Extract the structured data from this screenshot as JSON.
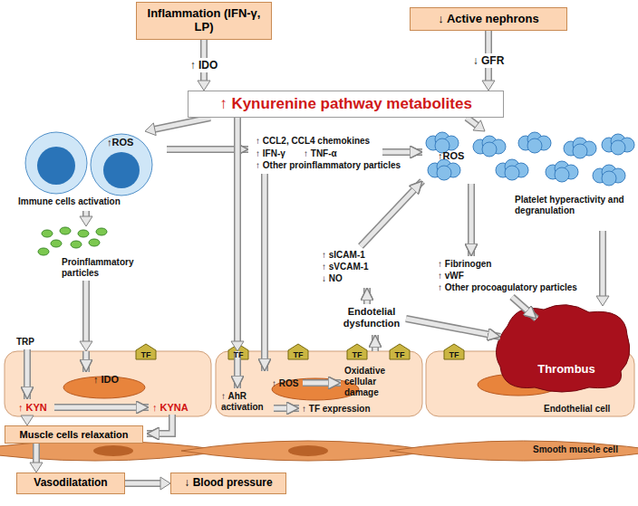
{
  "diagram": {
    "nodes": [
      {
        "text": [
          "Inflammation (IFN-γ, LP)"
        ]
      },
      {
        "text": [
          "↓ Active nephrons"
        ]
      },
      {
        "text": [
          "↑ Kynurenine pathway metabolites"
        ]
      },
      {
        "text": [
          "↑ROS",
          "Immune cells activation"
        ]
      },
      {
        "text": [
          "↑ROS",
          "Platelet hyperactivity and degranulation"
        ]
      },
      {
        "text": [
          "Proinflammatory particles"
        ]
      },
      {
        "text": [
          "TF",
          "↑ IDO",
          "↑ KYN",
          "↑ KYNA"
        ]
      },
      {
        "text": [
          "TF",
          "TF",
          "TF",
          "TF",
          "↑ AhR activation",
          "↑ ROS",
          "Oxidative cellular damage",
          "↑ TF expression"
        ]
      },
      {
        "text": [
          "TF",
          "Endothelial cell"
        ]
      },
      {
        "text": [
          "Thrombus"
        ]
      },
      {
        "text": [
          "Muscle cells relaxation"
        ]
      },
      {
        "text": [
          "Smooth muscle cell"
        ]
      },
      {
        "text": [
          "Vasodilatation"
        ]
      },
      {
        "text": [
          "↓ Blood pressure"
        ]
      }
    ],
    "edges": [
      {
        "from": 0,
        "to": 2,
        "arrow": "to",
        "label": "↑ IDO"
      },
      {
        "from": 1,
        "to": 2,
        "arrow": "to",
        "label": "↓ GFR"
      },
      {
        "from": 2,
        "to": 3,
        "arrow": "to"
      },
      {
        "from": 2,
        "to": 4,
        "arrow": "to"
      },
      {
        "from": 2,
        "to": 7,
        "arrow": "to"
      },
      {
        "from": 3,
        "to": 5,
        "arrow": "to"
      },
      {
        "from": 5,
        "to": 6,
        "arrow": "to"
      },
      {
        "from": 4,
        "to": 9,
        "arrow": "to"
      },
      {
        "from": 6,
        "to": 10,
        "arrow": "to"
      },
      {
        "from": 10,
        "to": 12,
        "arrow": "to"
      },
      {
        "from": 12,
        "to": 13,
        "arrow": "to"
      }
    ],
    "labels": [
      "↑ CCL2, CCL4 chemokines",
      "↑ IFN-γ",
      "↑ TNF-α",
      "↑ Other proinflammatory particles",
      "↑ sICAM-1",
      "↑ sVCAM-1",
      "↓ NO",
      "Endotelial dysfunction",
      "↑ Fibrinogen",
      "↑ vWF",
      "↑ Other procoagulatory particles",
      "TRP"
    ]
  }
}
